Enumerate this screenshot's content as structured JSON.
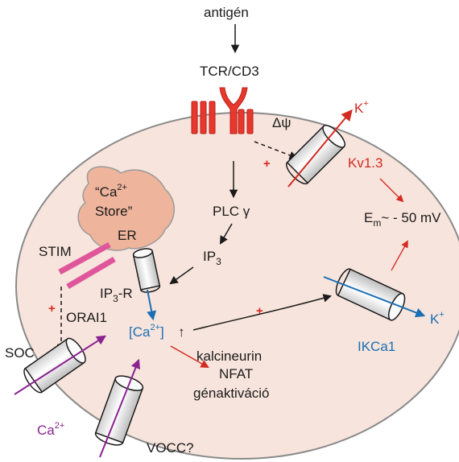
{
  "labels": {
    "antigen": "antigén",
    "tcr": "TCR/CD3",
    "delta_psi": "Δψ",
    "k_plus_top": "K",
    "k_plus_top_sup": "+",
    "kv13": "Kv1.3",
    "em_main": "E",
    "em_sub": "m",
    "em_rest": "~ - 50 mV",
    "ca_store_line1_a": "“Ca",
    "ca_store_line1_sup": "2+",
    "ca_store_line2": "Store”",
    "er": "ER",
    "stim": "STIM",
    "plc": "PLC γ",
    "ip3_main": "IP",
    "ip3_sub": "3",
    "ip3r_main": "IP",
    "ip3r_sub": "3",
    "ip3r_rest": "-R",
    "orai1": "ORAI1",
    "soc": "SOC",
    "ca_cyto_open": "[Ca",
    "ca_cyto_sup": "2+",
    "ca_cyto_close": "]",
    "ca_cyto_arrow": "↑",
    "calcineurin": "kalcineurin",
    "nfat": "NFAT",
    "gene": "génaktiváció",
    "k_plus_right": "K",
    "k_plus_right_sup": "+",
    "ikca1": "IKCa1",
    "ca_ext": "Ca",
    "ca_ext_sup": "2+",
    "vocc": "VOCC?",
    "plus_sign": "+"
  },
  "colors": {
    "cell_fill": "#f7e4dc",
    "cell_stroke": "#8a8a8a",
    "store_fill": "#eeb49c",
    "store_stroke": "#9a9a9a",
    "receptor": "#e8372c",
    "stim": "#e0569a",
    "channel_fill": "#f0f0f0",
    "red": "#d42a20",
    "blue": "#1a6fb4",
    "purple": "#8a2391",
    "black": "#1a1a1a"
  }
}
